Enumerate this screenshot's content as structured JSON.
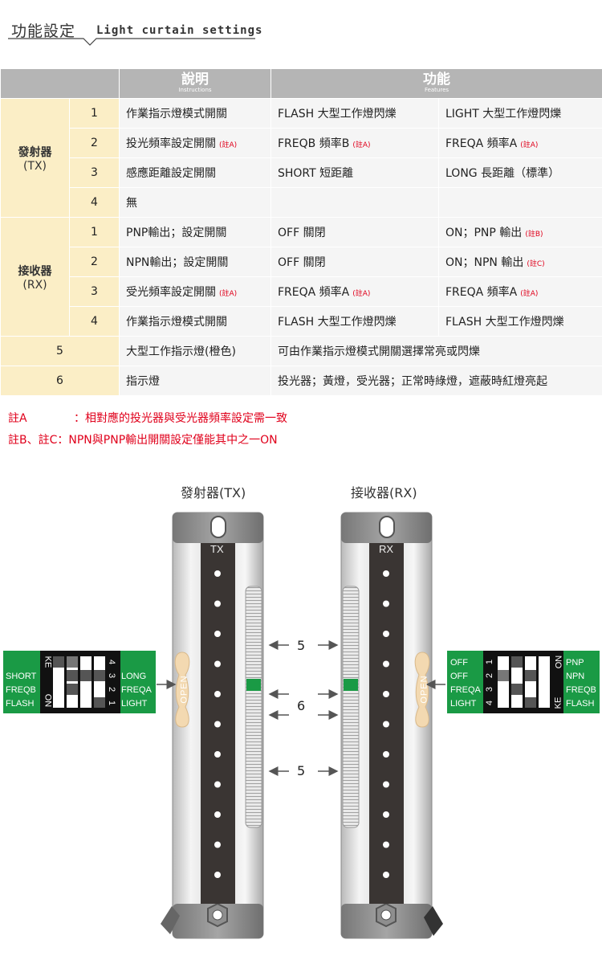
{
  "header": {
    "title_zh": "功能設定",
    "title_en": "Light curtain settings"
  },
  "table": {
    "head": {
      "instructions_zh": "說明",
      "instructions_en": "Instructions",
      "features_zh": "功能",
      "features_en": "Features"
    },
    "tx_group": {
      "zh": "發射器",
      "en": "(TX)"
    },
    "rx_group": {
      "zh": "接收器",
      "en": "(RX)"
    },
    "tx_rows": [
      {
        "no": "1",
        "desc": "作業指示燈模式開關",
        "desc_note": "",
        "f1": "FLASH 大型工作燈閃爍",
        "f1_note": "",
        "f2": "LIGHT 大型工作燈閃爍",
        "f2_note": ""
      },
      {
        "no": "2",
        "desc": "投光頻率設定開關",
        "desc_note": "(註A)",
        "f1": "FREQB 頻率B",
        "f1_note": "(註A)",
        "f2": "FREQA 頻率A",
        "f2_note": "(註A)"
      },
      {
        "no": "3",
        "desc": "感應距離設定開關",
        "desc_note": "",
        "f1": "SHORT 短距離",
        "f1_note": "",
        "f2": "LONG 長距離（標準）",
        "f2_note": ""
      },
      {
        "no": "4",
        "desc": "無",
        "desc_note": "",
        "f1": "",
        "f1_note": "",
        "f2": "",
        "f2_note": ""
      }
    ],
    "rx_rows": [
      {
        "no": "1",
        "desc": "PNP輸出；設定開關",
        "desc_note": "",
        "f1": "OFF 關閉",
        "f1_note": "",
        "f2": "ON；PNP 輸出",
        "f2_note": "(註B)"
      },
      {
        "no": "2",
        "desc": "NPN輸出；設定開關",
        "desc_note": "",
        "f1": "OFF 關閉",
        "f1_note": "",
        "f2": "ON；NPN 輸出",
        "f2_note": "(註C)"
      },
      {
        "no": "3",
        "desc": "受光頻率設定開關",
        "desc_note": "(註A)",
        "f1": "FREQA 頻率A",
        "f1_note": "(註A)",
        "f2": "FREQA 頻率A",
        "f2_note": "(註A)"
      },
      {
        "no": "4",
        "desc": "作業指示燈模式開關",
        "desc_note": "",
        "f1": "FLASH 大型工作燈閃爍",
        "f1_note": "",
        "f2": "FLASH 大型工作燈閃爍",
        "f2_note": ""
      }
    ],
    "extra_rows": [
      {
        "no": "5",
        "desc": "大型工作指示燈(橙色)",
        "feature": "可由作業指示燈模式開關選擇常亮或閃爍"
      },
      {
        "no": "6",
        "desc": "指示燈",
        "feature": "投光器；黃燈，受光器；正常時綠燈，遮蔽時紅燈亮起"
      }
    ]
  },
  "notes": [
    {
      "label": "註A",
      "text": "：相對應的投光器與受光器頻率設定需一致"
    },
    {
      "label": "註B、註C",
      "text": "：NPN與PNP輸出開關設定僅能其中之一ON"
    }
  ],
  "diagram": {
    "tx_title": "發射器(TX)",
    "rx_title": "接收器(RX)",
    "tx_tag": "TX",
    "rx_tag": "RX",
    "open_label": "OPEN",
    "callouts": {
      "top": "5",
      "mid": "6",
      "bottom": "5"
    },
    "tx_switch": {
      "left_labels": [
        "SHORT",
        "FREQB",
        "FLASH"
      ],
      "right_labels": [
        "LONG",
        "FREQA",
        "LIGHT"
      ],
      "numbers": [
        "4",
        "3",
        "2",
        "1"
      ],
      "brand": "KE",
      "on": "ON"
    },
    "rx_switch": {
      "left_labels": [
        "OFF",
        "OFF",
        "FREQA",
        "LIGHT"
      ],
      "right_labels": [
        "PNP",
        "NPN",
        "FREQB",
        "FLASH"
      ],
      "numbers": [
        "1",
        "2",
        "3",
        "4"
      ],
      "brand": "KE",
      "on": "ON"
    },
    "colors": {
      "panel_green": "#1a9a45",
      "indicator_green": "#1a9a45",
      "cream": "#f3d9b1"
    }
  }
}
